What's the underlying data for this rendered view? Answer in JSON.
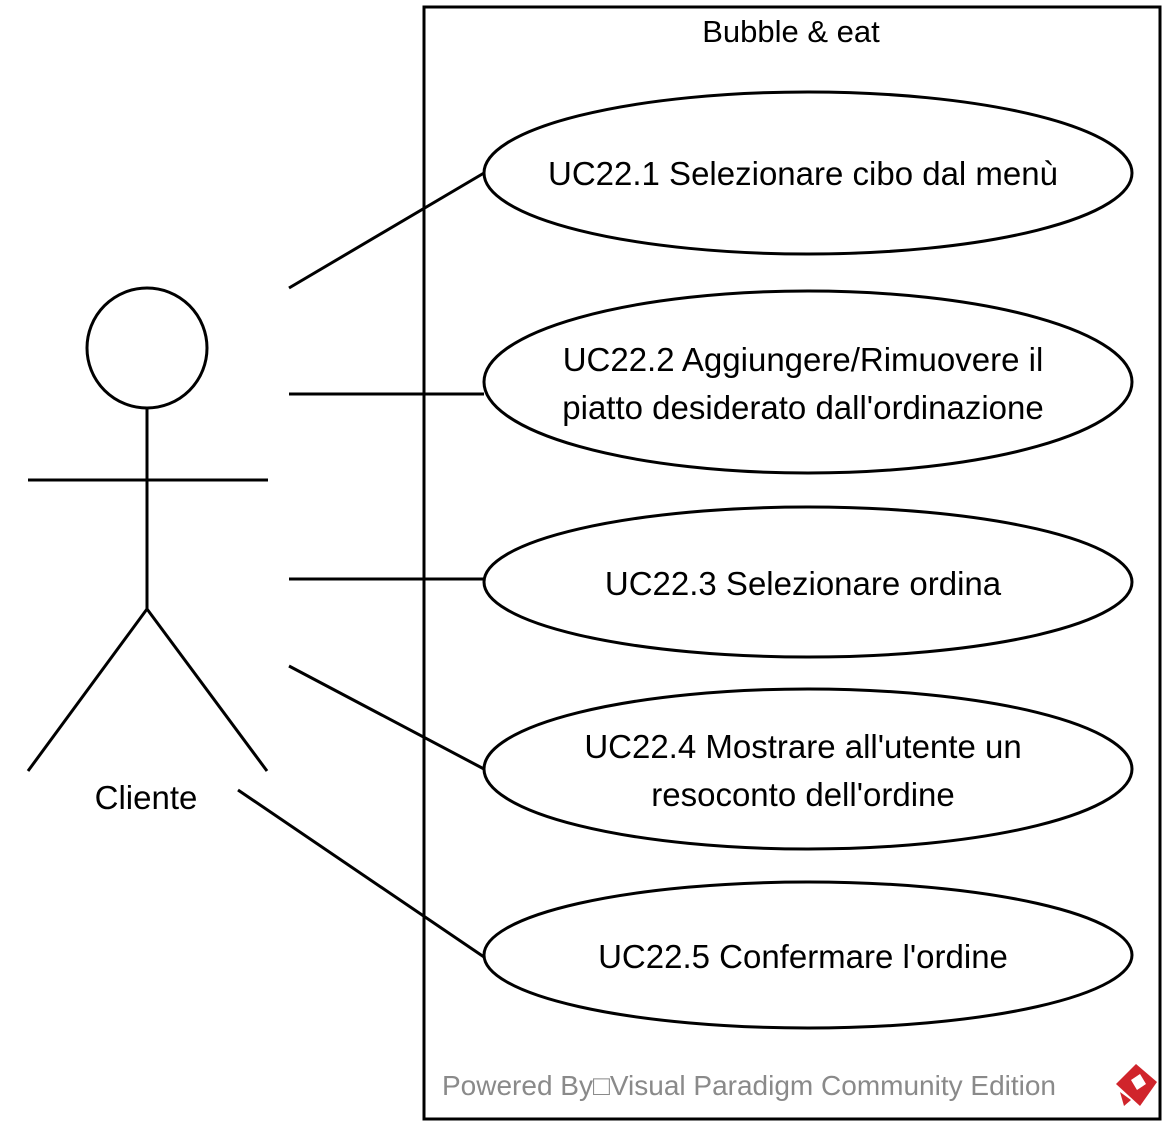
{
  "system": {
    "title": "Bubble & eat"
  },
  "actor": {
    "name": "Cliente"
  },
  "use_cases": [
    {
      "id": "uc1",
      "lines": [
        "UC22.1 Selezionare cibo dal menù"
      ]
    },
    {
      "id": "uc2",
      "lines": [
        "UC22.2 Aggiungere/Rimuovere il",
        "piatto desiderato dall'ordinazione"
      ]
    },
    {
      "id": "uc3",
      "lines": [
        "UC22.3 Selezionare ordina"
      ]
    },
    {
      "id": "uc4",
      "lines": [
        "UC22.4 Mostrare all'utente un",
        "resoconto dell'ordine"
      ]
    },
    {
      "id": "uc5",
      "lines": [
        "UC22.5 Confermare l'ordine"
      ]
    }
  ],
  "watermark": {
    "text": "Powered By□Visual Paradigm Community Edition",
    "logo_icon": "visual-paradigm-logo-icon",
    "logo_color": "#d0242b"
  }
}
